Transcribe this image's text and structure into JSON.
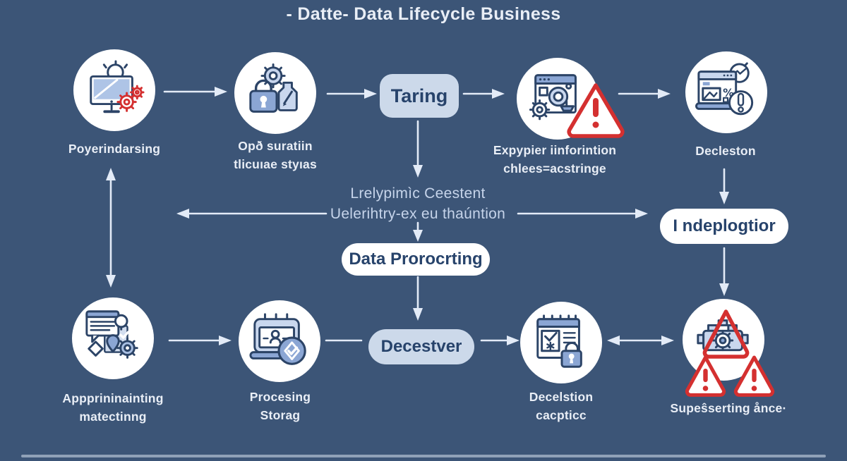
{
  "title": "- Datte- Data Lifecycle Business",
  "colors": {
    "background": "#3c5577",
    "pill_light": "#ccd9ea",
    "pill_white": "#ffffff",
    "pill_text": "#27436b",
    "label_text": "#e9eef6",
    "note_text": "#c6d4ea",
    "arrow": "#e3ebf7",
    "alert_red": "#d43030",
    "icon_navy": "#2c4467",
    "icon_blue": "#8ba6d4",
    "icon_light_blue": "#c9d7ee"
  },
  "stages": {
    "poyerindarsing": {
      "label": "Poyerindarsing",
      "icon": "monitor-lightbulb-gear-icon"
    },
    "opd_suratiin": {
      "line1": "Opð suratiin",
      "line2": "tlicuıae styıas",
      "icon": "padlock-gear-flask-icon"
    },
    "taring": {
      "label": "Taring"
    },
    "expypier": {
      "line1": "Expypier iinforintion",
      "line2": "chlees=acstringe",
      "icon": "browser-warning-icon"
    },
    "decleston": {
      "label": "Decleston",
      "icon": "laptop-clock-alert-icon"
    },
    "center_note": {
      "line1": "Lrelypimìc Ceestent",
      "line2": "Uelerihtry-ex eu thaúntion"
    },
    "indeplogtior": {
      "label": "I ndeplogtior"
    },
    "data_prorocrting": {
      "label": "Data Prorocrting"
    },
    "apprininainting": {
      "line1": "Appprininainting",
      "line2": "matectinng",
      "icon": "chat-document-shapes-icon"
    },
    "procesing_storag": {
      "line1": "Procesing",
      "line2": "Storag",
      "icon": "calendar-badge-icon"
    },
    "decestver": {
      "label": "Decestver"
    },
    "decelstion": {
      "line1": "Decelstion",
      "line2": "cacpticc",
      "icon": "calendar-check-lock-icon"
    },
    "supesserting": {
      "label": "Supeŝserting ånce·",
      "icon": "engine-warning-icon"
    }
  }
}
